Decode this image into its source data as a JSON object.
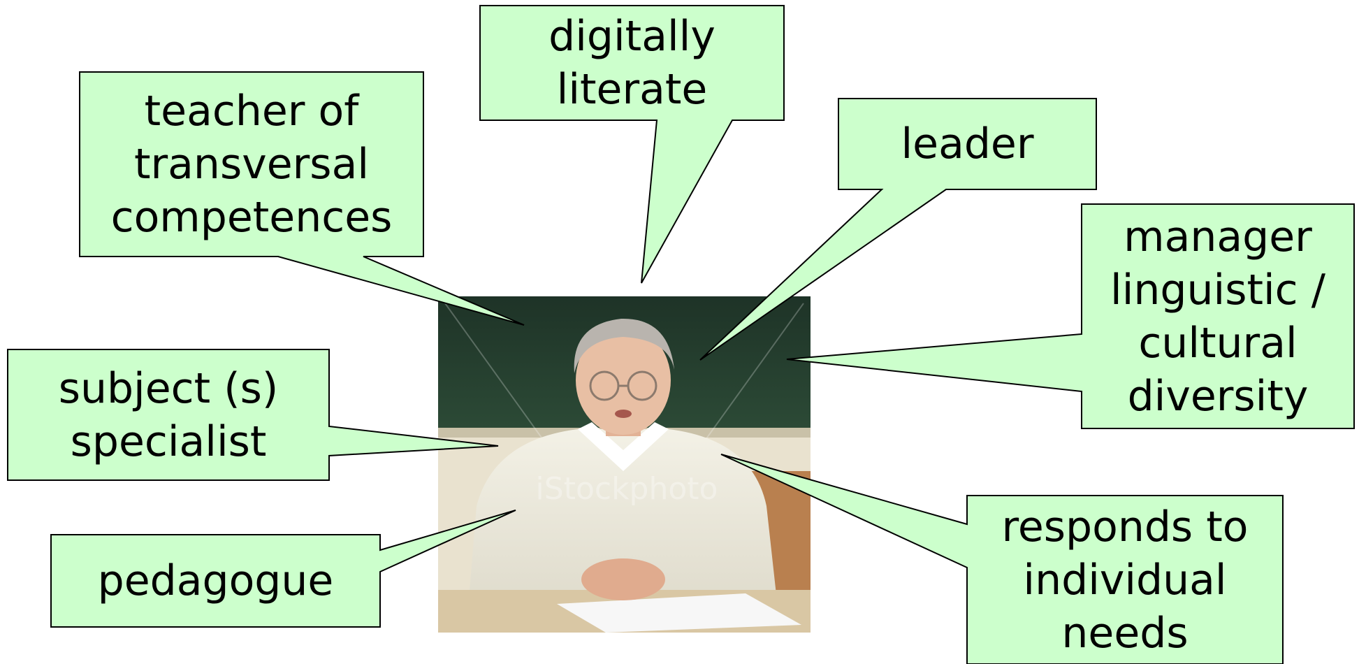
{
  "colors": {
    "callout_fill": "#ccffcc",
    "callout_stroke": "#000000"
  },
  "photo": {
    "icon": "teacher-photo",
    "watermark": "iStockphoto"
  },
  "callouts": [
    {
      "id": "digitally-literate",
      "text": "digitally\nliterate"
    },
    {
      "id": "teacher-of-transversal-competences",
      "text": "teacher of\ntransversal\ncompetences"
    },
    {
      "id": "leader",
      "text": "leader"
    },
    {
      "id": "manager-linguistic-cultural-diversity",
      "text": "manager\nlinguistic /\ncultural\ndiversity"
    },
    {
      "id": "subject-specialist",
      "text": "subject (s)\nspecialist"
    },
    {
      "id": "pedagogue",
      "text": "pedagogue"
    },
    {
      "id": "responds-to-individual-needs",
      "text": "responds to\nindividual\nneeds"
    }
  ]
}
